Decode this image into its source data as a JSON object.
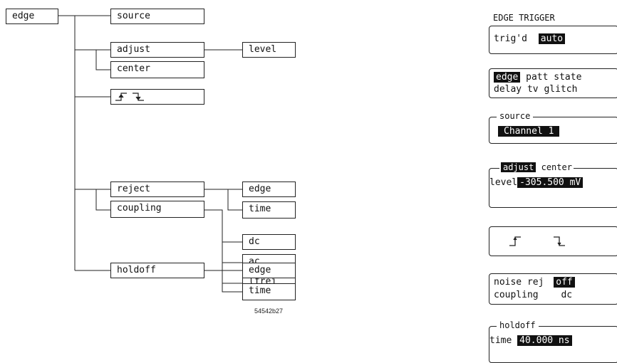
{
  "tree": {
    "root": "edge",
    "source": "source",
    "adjust": "adjust",
    "level": "level",
    "center": "center",
    "reject": "reject",
    "reject_edge": "edge",
    "reject_time": "time",
    "coupling": "coupling",
    "dc": "dc",
    "ac": "ac",
    "lfrej": "lfrej",
    "holdoff": "holdoff",
    "holdoff_edge": "edge",
    "holdoff_time": "time",
    "figure_ref": "54542b27"
  },
  "menu": {
    "title": "EDGE TRIGGER",
    "mode_label": "trig'd",
    "mode_value": "auto",
    "trigger_types": {
      "selected": "edge",
      "row1_rest": "patt state",
      "row2": "delay tv glitch"
    },
    "source_legend": "source",
    "source_value": "Channel 1",
    "adjust_selected": "adjust",
    "center_label": "center",
    "level_label": "level",
    "level_value": "-305.500 mV",
    "noise_label": "noise rej",
    "noise_value": "off",
    "coupling_label": "coupling",
    "coupling_value": "dc",
    "holdoff_legend": "holdoff",
    "holdoff_label": "time",
    "holdoff_value": "40.000 ns"
  }
}
